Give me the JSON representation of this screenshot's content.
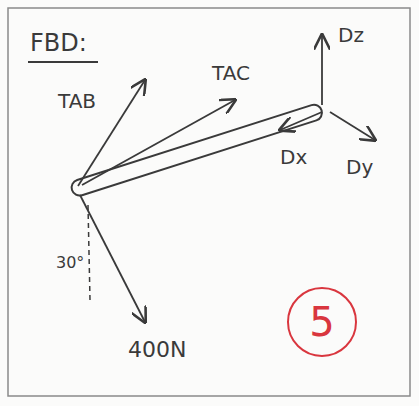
{
  "diagram": {
    "title": "FBD:",
    "nodes": [
      {
        "text": [
          "5"
        ]
      }
    ],
    "edges": [],
    "labels": [
      "TAB",
      "TAC",
      "Dz",
      "Dx",
      "Dy",
      "30°",
      "400N"
    ]
  }
}
